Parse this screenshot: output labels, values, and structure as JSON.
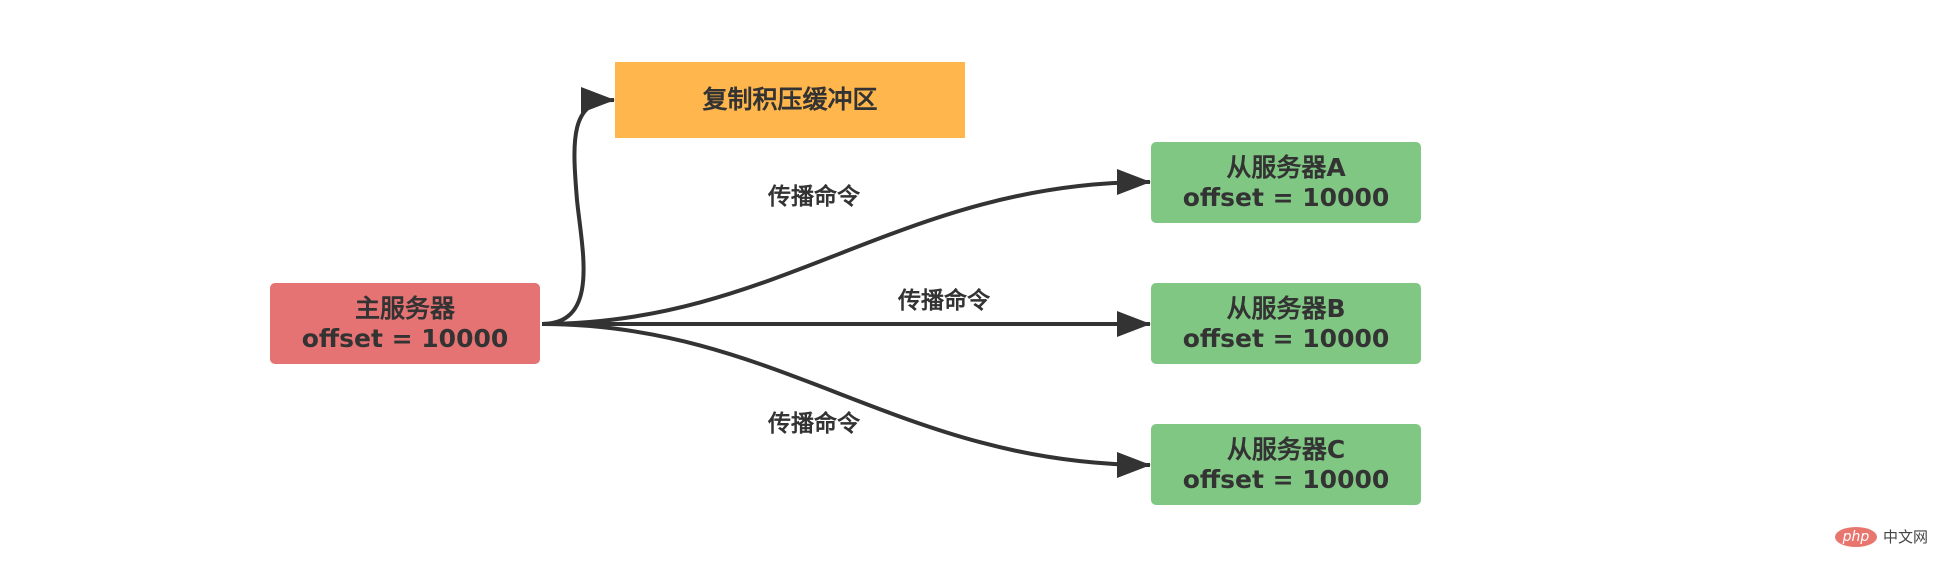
{
  "diagram": {
    "master": {
      "title": "主服务器",
      "offset": "offset = 10000",
      "color": "#e57373"
    },
    "buffer": {
      "title": "复制积压缓冲区",
      "color": "#ffb74d"
    },
    "slaves": [
      {
        "title": "从服务器A",
        "offset": "offset = 10000"
      },
      {
        "title": "从服务器B",
        "offset": "offset = 10000"
      },
      {
        "title": "从服务器C",
        "offset": "offset = 10000"
      }
    ],
    "slave_color": "#81c784",
    "edge_labels": [
      "传播命令",
      "传播命令",
      "传播命令"
    ],
    "edge_color": "#333333"
  },
  "watermark": {
    "logo": "php",
    "text": "中文网"
  }
}
